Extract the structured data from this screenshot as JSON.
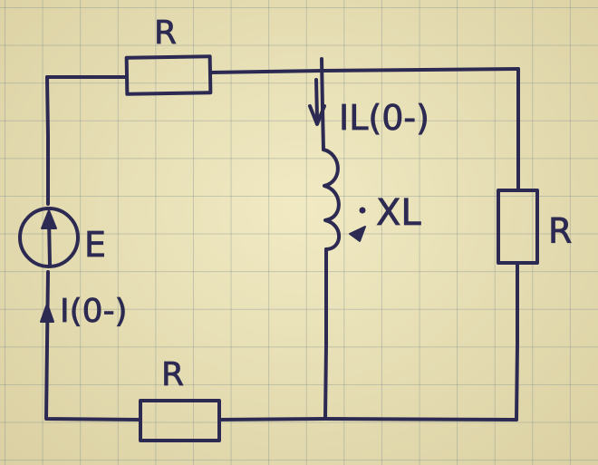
{
  "labels": {
    "resistor_top": "R",
    "resistor_bottom": "R",
    "resistor_right": "R",
    "source": "E",
    "source_current": "I(0-)",
    "inductor_current": "IL(0-)",
    "inductor_reactance": "XL"
  }
}
